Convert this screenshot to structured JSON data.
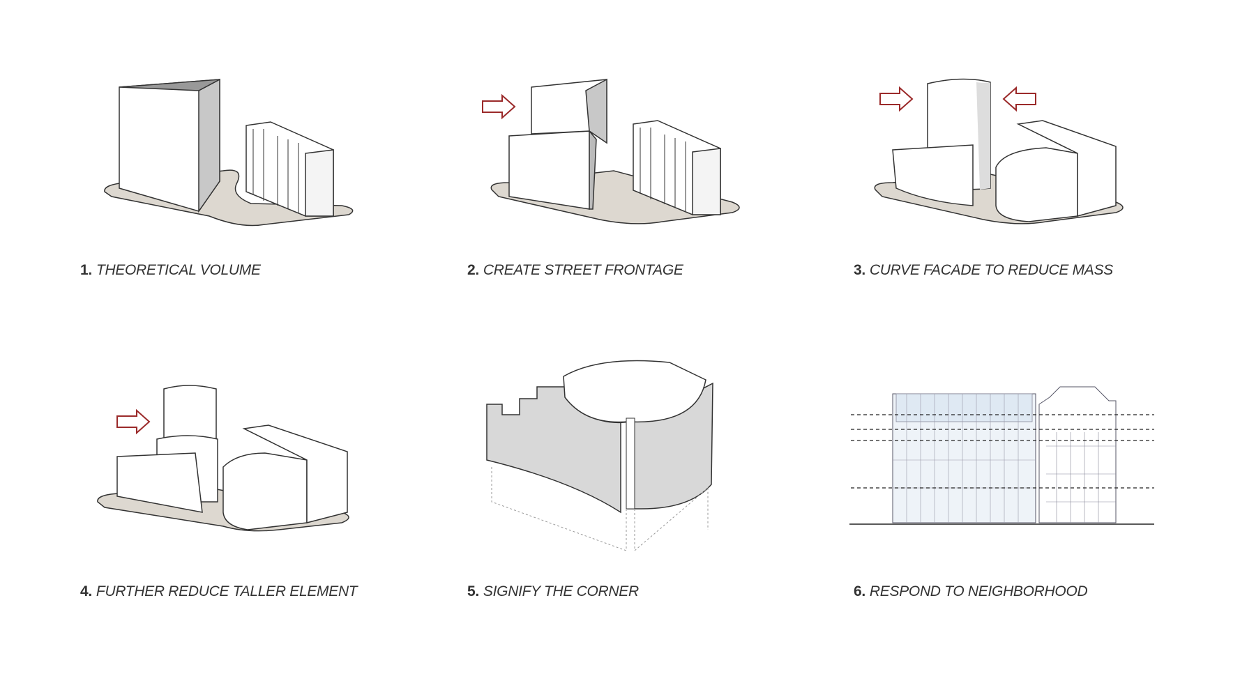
{
  "steps": [
    {
      "number": "1.",
      "title": "THEORETICAL VOLUME"
    },
    {
      "number": "2.",
      "title": "CREATE STREET FRONTAGE"
    },
    {
      "number": "3.",
      "title": "CURVE FACADE TO REDUCE MASS"
    },
    {
      "number": "4.",
      "title": "FURTHER REDUCE TALLER ELEMENT"
    },
    {
      "number": "5.",
      "title": "SIGNIFY THE CORNER"
    },
    {
      "number": "6.",
      "title": "RESPOND TO NEIGHBORHOOD"
    }
  ],
  "colors": {
    "arrow": "#9b2a2a",
    "ground": "#ddd8d0",
    "shade": "#cfcfcf",
    "text": "#333333"
  }
}
